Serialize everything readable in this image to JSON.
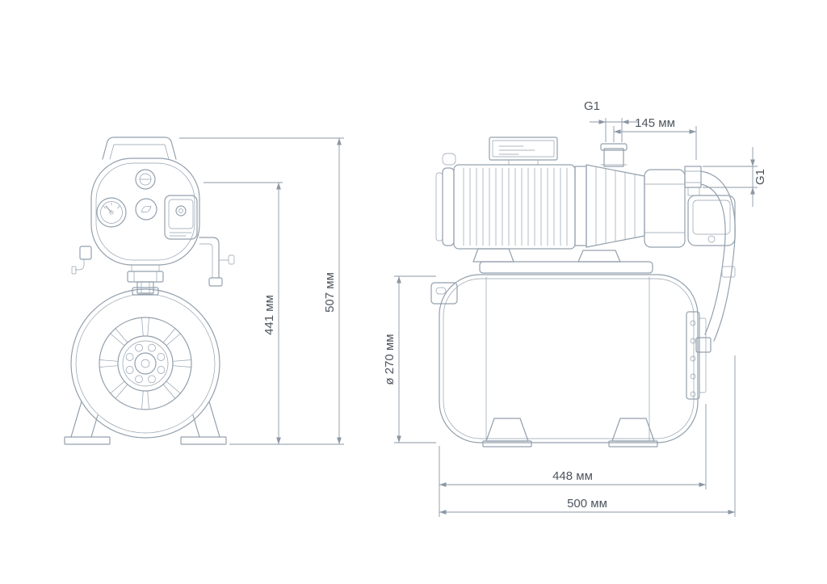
{
  "drawing": {
    "type": "technical-drawing",
    "subject": "pump-station-two-views",
    "views": {
      "front": {
        "name": "front-view"
      },
      "side": {
        "name": "side-view"
      }
    },
    "dimensions": {
      "total_height": "507 мм",
      "pump_height": "441 мм",
      "inlet_thread": "G1",
      "inlet_offset": "145 мм",
      "outlet_thread": "G1",
      "tank_diameter": "ø 270 мм",
      "tank_length": "448 мм",
      "total_length": "500 мм"
    },
    "colors": {
      "line": "#93a0ad",
      "dimension": "#8b97a4",
      "text": "#4d555e",
      "background": "#ffffff"
    }
  }
}
